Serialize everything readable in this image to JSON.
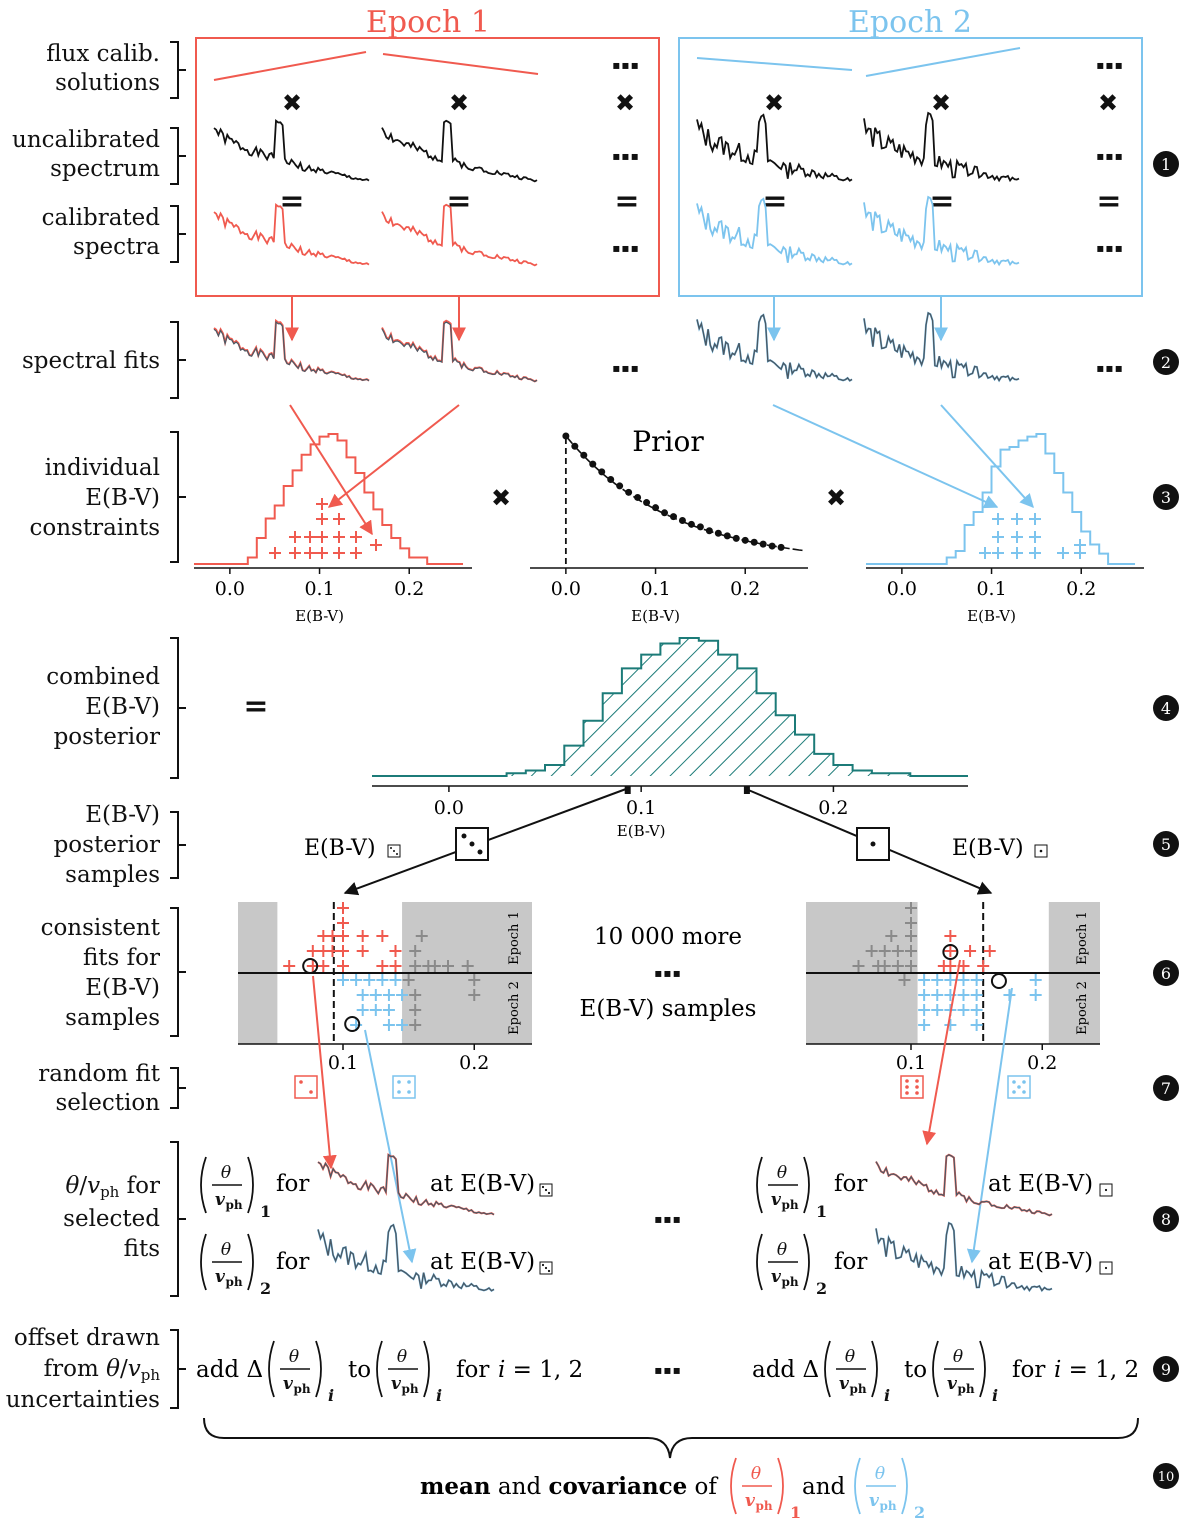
{
  "colors": {
    "epoch1": "#f05a4f",
    "epoch2": "#7cc4ee",
    "teal": "#1c7b78",
    "fit_dark": "#4a5a66",
    "gray_band": "#c8c8c8",
    "gray_cross": "#8a8a8a",
    "black": "#111111"
  },
  "epochs": {
    "epoch1": "Epoch 1",
    "epoch2": "Epoch 2"
  },
  "row_labels": {
    "flux_calib": [
      "flux calib.",
      "solutions"
    ],
    "uncalibrated": [
      "uncalibrated",
      "spectrum"
    ],
    "calibrated": [
      "calibrated",
      "spectra"
    ],
    "spectral_fits": [
      "spectral fits"
    ],
    "individual": [
      "individual",
      "E(B-V)",
      "constraints"
    ],
    "combined": [
      "combined",
      "E(B-V)",
      "posterior"
    ],
    "samples": [
      "E(B-V)",
      "posterior",
      "samples"
    ],
    "consistent": [
      "consistent",
      "fits for",
      "E(B-V)",
      "samples"
    ],
    "random": [
      "random fit",
      "selection"
    ],
    "theta": [
      "θ/v_ph for",
      "selected",
      "fits"
    ],
    "offset": [
      "offset drawn",
      "from θ/v_ph",
      "uncertainties"
    ]
  },
  "steps": [
    "1",
    "2",
    "3",
    "4",
    "5",
    "6",
    "7",
    "8",
    "9",
    "10"
  ],
  "symbols": {
    "times": "✖",
    "equals": "=",
    "ellipsis": "▪▪▪"
  },
  "prior_label": "Prior",
  "axis": {
    "xlabel": "E(B-V)",
    "ticks_small": [
      "0.0",
      "0.1",
      "0.2"
    ],
    "ticks_combined": [
      "0.0",
      "0.1",
      "0.2"
    ],
    "ticks_consistent": [
      "0.1",
      "0.2"
    ]
  },
  "chart_data": [
    {
      "type": "bar",
      "name": "individual constraints epoch 1",
      "xlabel": "E(B-V)",
      "x": [
        -0.04,
        -0.02,
        0.0,
        0.02,
        0.03,
        0.04,
        0.05,
        0.06,
        0.07,
        0.08,
        0.09,
        0.1,
        0.11,
        0.12,
        0.13,
        0.14,
        0.15,
        0.16,
        0.17,
        0.18,
        0.19,
        0.2,
        0.22,
        0.26
      ],
      "values": [
        0,
        0,
        0,
        0.05,
        0.2,
        0.35,
        0.45,
        0.6,
        0.72,
        0.84,
        0.92,
        0.98,
        1.0,
        0.95,
        0.82,
        0.7,
        0.55,
        0.42,
        0.3,
        0.2,
        0.12,
        0.05,
        0,
        0
      ],
      "xlim": [
        -0.04,
        0.27
      ]
    },
    {
      "type": "scatter",
      "name": "prior",
      "xlabel": "E(B-V)",
      "x": [
        0.0,
        0.01,
        0.02,
        0.03,
        0.04,
        0.05,
        0.06,
        0.07,
        0.08,
        0.09,
        0.1,
        0.11,
        0.12,
        0.13,
        0.14,
        0.15,
        0.16,
        0.17,
        0.18,
        0.19,
        0.2,
        0.21,
        0.22,
        0.23,
        0.24
      ],
      "values": [
        1.0,
        0.92,
        0.85,
        0.78,
        0.72,
        0.66,
        0.61,
        0.56,
        0.52,
        0.48,
        0.44,
        0.4,
        0.37,
        0.34,
        0.31,
        0.29,
        0.26,
        0.24,
        0.22,
        0.2,
        0.185,
        0.17,
        0.155,
        0.14,
        0.13
      ],
      "xlim": [
        -0.04,
        0.27
      ]
    },
    {
      "type": "bar",
      "name": "individual constraints epoch 2",
      "xlabel": "E(B-V)",
      "x": [
        -0.04,
        0.0,
        0.04,
        0.05,
        0.06,
        0.07,
        0.08,
        0.09,
        0.1,
        0.11,
        0.12,
        0.13,
        0.14,
        0.15,
        0.16,
        0.17,
        0.18,
        0.19,
        0.2,
        0.21,
        0.22,
        0.23,
        0.26
      ],
      "values": [
        0,
        0,
        0,
        0.05,
        0.1,
        0.3,
        0.4,
        0.55,
        0.75,
        0.88,
        0.9,
        0.95,
        0.98,
        1.0,
        0.85,
        0.7,
        0.55,
        0.4,
        0.25,
        0.15,
        0.08,
        0,
        0
      ],
      "xlim": [
        -0.04,
        0.27
      ]
    },
    {
      "type": "bar",
      "name": "combined posterior",
      "xlabel": "E(B-V)",
      "x": [
        -0.04,
        0.0,
        0.03,
        0.04,
        0.05,
        0.06,
        0.07,
        0.08,
        0.09,
        0.1,
        0.11,
        0.12,
        0.13,
        0.14,
        0.15,
        0.16,
        0.17,
        0.18,
        0.19,
        0.2,
        0.21,
        0.22,
        0.24,
        0.27
      ],
      "values": [
        0,
        0,
        0.02,
        0.04,
        0.08,
        0.22,
        0.4,
        0.6,
        0.78,
        0.88,
        0.96,
        1.0,
        0.98,
        0.88,
        0.78,
        0.6,
        0.44,
        0.3,
        0.16,
        0.08,
        0.04,
        0.02,
        0,
        0
      ],
      "xlim": [
        -0.04,
        0.27
      ]
    }
  ],
  "step5": {
    "label_left": "E(B-V)",
    "label_right": "E(B-V)",
    "sample_left": 0.093,
    "sample_right": 0.155
  },
  "step6": {
    "epoch1_tag": "Epoch 1",
    "epoch2_tag": "Epoch 2",
    "more_line1": "10 000 more",
    "more_line2": "E(B-V) samples"
  },
  "step8": {
    "for": "for",
    "at": "at E(B-V)",
    "theta": "θ",
    "vph": "v",
    "ph": "ph",
    "sub1": "1",
    "sub2": "2"
  },
  "step9": {
    "add": "add Δ",
    "to": "to",
    "for_i": "for",
    "i": "i",
    "range": " = 1, 2"
  },
  "step10": {
    "mean": "mean",
    "and1": " and ",
    "covariance": "covariance",
    "of": " of ",
    "and2": "and"
  }
}
